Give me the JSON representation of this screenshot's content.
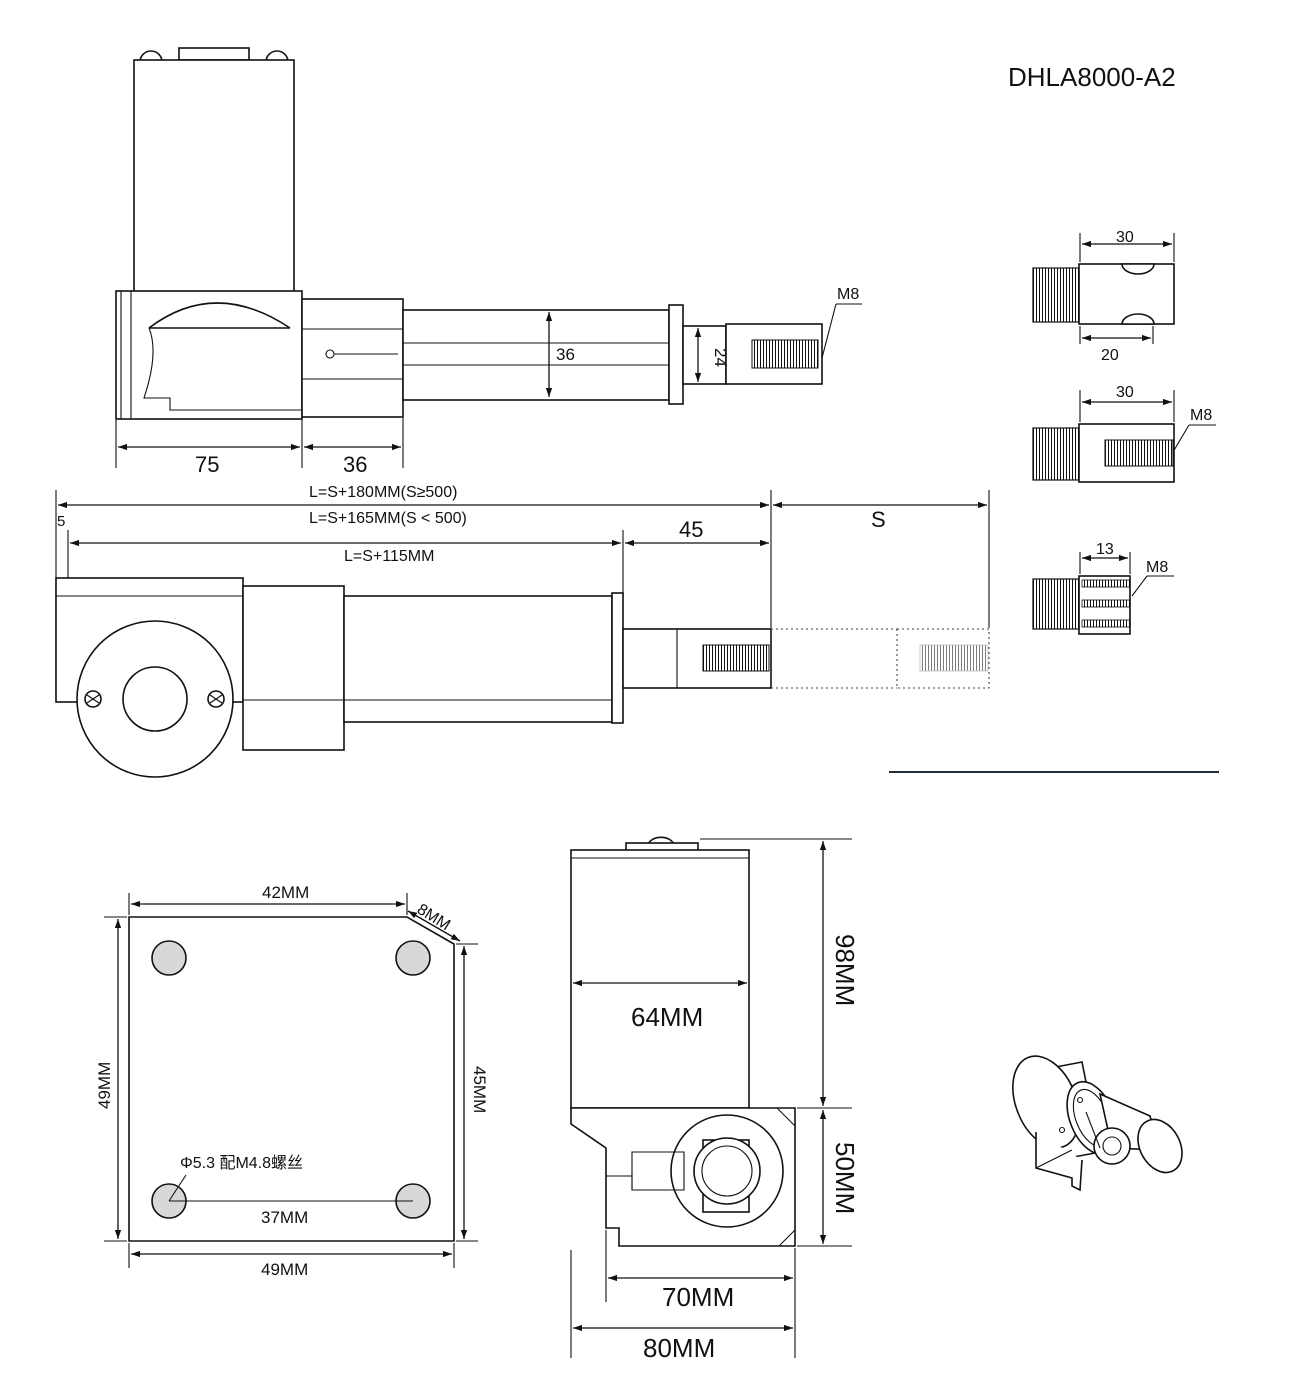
{
  "model": "DHLA8000-A2",
  "colors": {
    "line": "#111111",
    "background": "#ffffff",
    "separator": "#1f2d3d",
    "hole_fill": "#d8d8d8"
  },
  "top_view": {
    "dim_a": "75",
    "dim_b": "36",
    "tube_dim": "36",
    "rod_dim": "24",
    "thread_label": "M8"
  },
  "side_view": {
    "formula_1": "L=S+180MM(S≥500)",
    "formula_2": "L=S+165MM(S < 500)",
    "offset": "5",
    "formula_3": "L=S+115MM",
    "rod_dim": "45",
    "stroke": "S"
  },
  "rod_ends": [
    {
      "width": "30",
      "thread_len": "20"
    },
    {
      "width": "30",
      "thread_label": "M8"
    },
    {
      "width": "13",
      "thread_label": "M8"
    }
  ],
  "mount_plate": {
    "top_width": "42MM",
    "chamfer": "8MM",
    "height_left": "49MM",
    "height_right": "45MM",
    "hole_note": "Φ5.3 配M4.8螺丝",
    "hole_spacing": "37MM",
    "bottom_width": "49MM"
  },
  "end_view": {
    "motor_width": "64MM",
    "motor_height": "98MM",
    "gear_height": "50MM",
    "base_inner": "70MM",
    "base_outer": "80MM"
  }
}
